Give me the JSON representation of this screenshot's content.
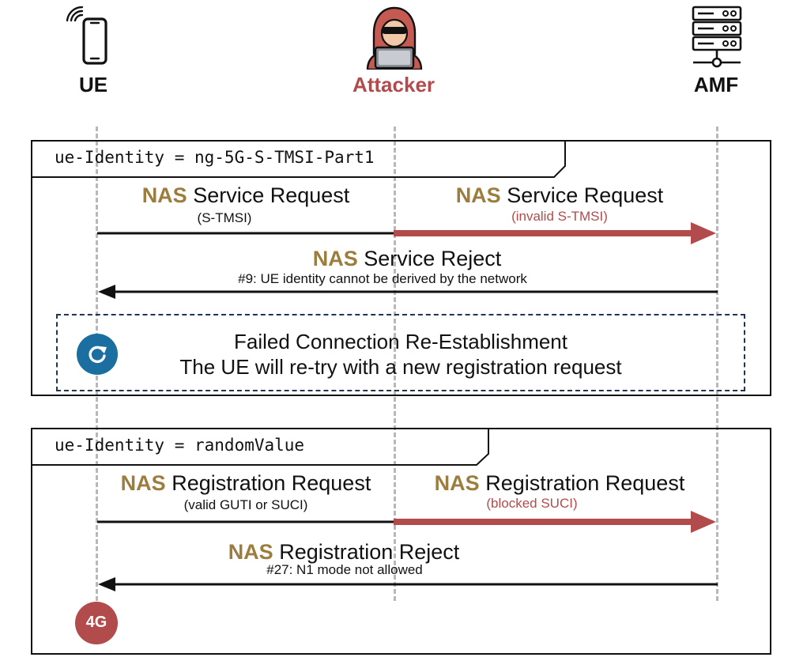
{
  "actors": {
    "ue": {
      "label": "UE",
      "icon": "smartphone-icon"
    },
    "attacker": {
      "label": "Attacker",
      "icon": "hacker-icon",
      "color": "#b24b4b"
    },
    "amf": {
      "label": "AMF",
      "icon": "server-icon"
    }
  },
  "colors": {
    "nas": "#9c7d3d",
    "attack": "#b24b4b",
    "note_border": "#1f3558",
    "retry_badge": "#1a6fa0",
    "lifeline": "#b8b8b8"
  },
  "frame1": {
    "title": "ue-Identity = ng-5G-S-TMSI-Part1",
    "msg1": {
      "prefix": "NAS",
      "text": " Service Request",
      "param": "(S-TMSI)"
    },
    "msg2": {
      "prefix": "NAS",
      "text": " Service Request",
      "param": "(invalid S-TMSI)"
    },
    "msg3": {
      "prefix": "NAS",
      "text": " Service Reject",
      "param": "#9: UE identity cannot be derived by the network"
    },
    "note": {
      "line1": "Failed Connection Re-Establishment",
      "line2": "The UE will re-try with a new registration request",
      "icon": "refresh-icon"
    }
  },
  "frame2": {
    "title": "ue-Identity = randomValue",
    "msg1": {
      "prefix": "NAS",
      "text": " Registration Request",
      "param": "(valid GUTI or SUCI)"
    },
    "msg2": {
      "prefix": "NAS",
      "text": " Registration Request",
      "param": "(blocked SUCI)"
    },
    "msg3": {
      "prefix": "NAS",
      "text": " Registration Reject",
      "param": "#27: N1 mode not allowed"
    }
  },
  "badge_4g": {
    "label": "4G"
  }
}
